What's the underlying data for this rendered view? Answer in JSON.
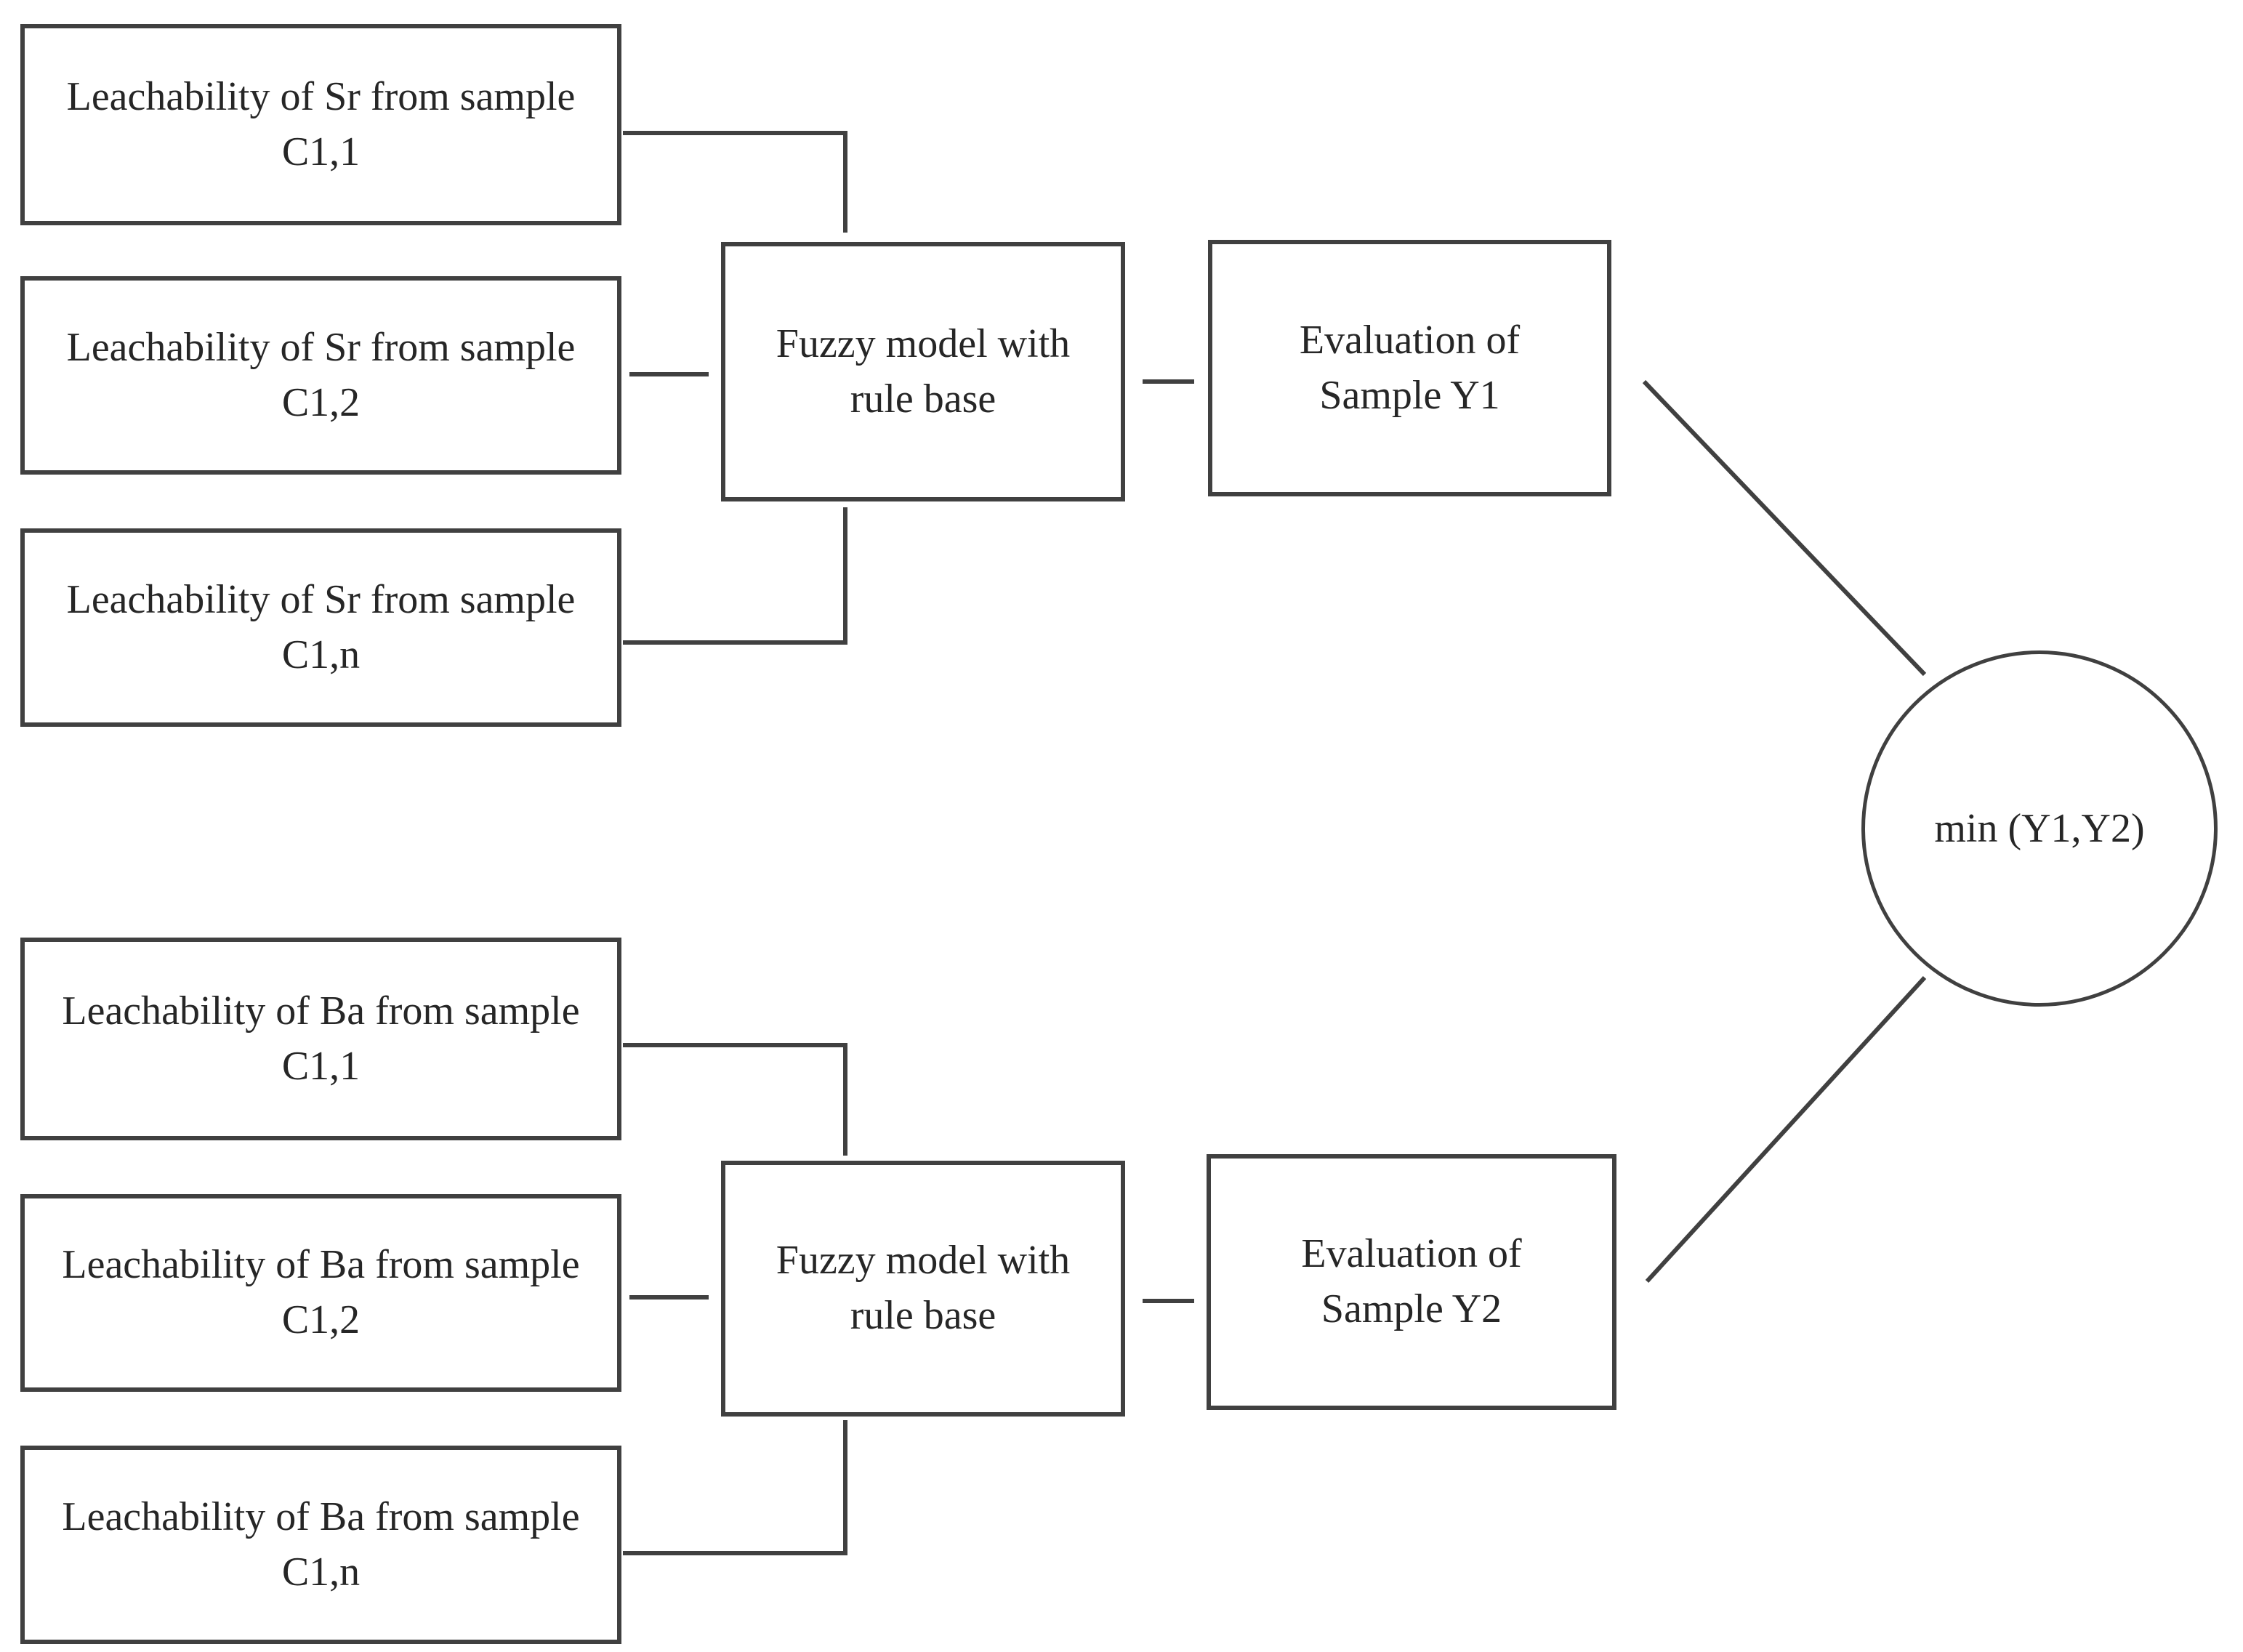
{
  "colors": {
    "line": "#404040",
    "text": "#262626",
    "background": "#ffffff"
  },
  "top_branch": {
    "inputs": [
      {
        "line1": "Leachability of Sr from sample",
        "line2": "C1,1"
      },
      {
        "line1": "Leachability of Sr from sample",
        "line2": "C1,2"
      },
      {
        "line1": "Leachability of Sr from sample",
        "line2": "C1,n"
      }
    ],
    "fuzzy_model": {
      "line1": "Fuzzy model with",
      "line2": "rule base"
    },
    "evaluation": {
      "line1": "Evaluation of",
      "line2": "Sample Y1"
    }
  },
  "bottom_branch": {
    "inputs": [
      {
        "line1": "Leachability of Ba from sample",
        "line2": "C1,1"
      },
      {
        "line1": "Leachability of Ba from sample",
        "line2": "C1,2"
      },
      {
        "line1": "Leachability of Ba from sample",
        "line2": "C1,n"
      }
    ],
    "fuzzy_model": {
      "line1": "Fuzzy model with",
      "line2": "rule base"
    },
    "evaluation": {
      "line1": "Evaluation of",
      "line2": "Sample Y2"
    }
  },
  "aggregator": {
    "label": "min (Y1,Y2)"
  }
}
